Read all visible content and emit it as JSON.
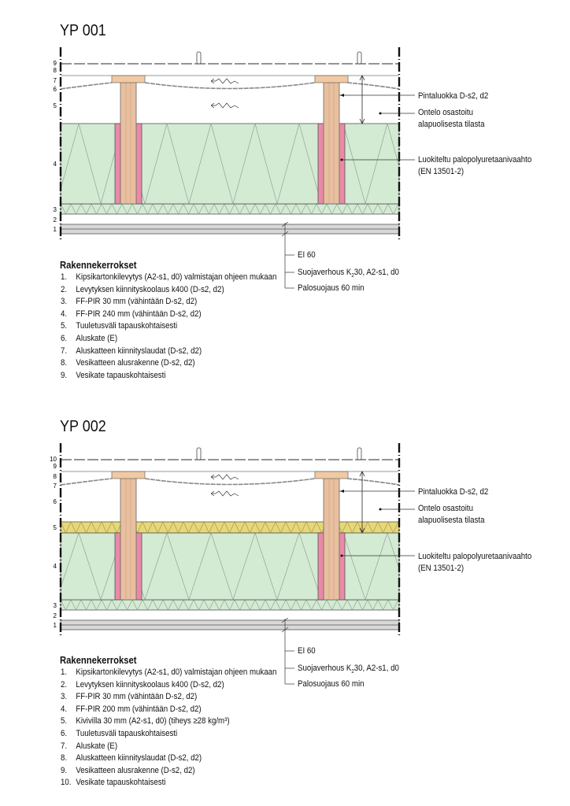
{
  "sections": [
    {
      "title": "YP 001",
      "layer_numbers": [
        "9",
        "8",
        "7",
        "6",
        "5",
        "4",
        "3",
        "2",
        "1"
      ],
      "callouts": {
        "surface": "Pintaluokka D-s2, d2",
        "cavity_1": "Ontelo osastoitu",
        "cavity_2": "alapuolisesta tilasta",
        "foam_1": "Luokiteltu palopolyuretaanivaahto",
        "foam_2": "(EN 13501-2)"
      },
      "fire": {
        "ei": "EI 60",
        "cover_pre": "Suojaverhous K",
        "cover_sub": "2",
        "cover_post": "30, A2-s1, d0",
        "protection": "Palosuojaus 60 min"
      },
      "legend_title": "Rakennekerrokset",
      "layers": [
        {
          "n": "1.",
          "text": "Kipsikartonkilevytys (A2-s1, d0) valmistajan ohjeen mukaan"
        },
        {
          "n": "2.",
          "text": "Levytyksen kiinnityskoolaus k400 (D-s2, d2)"
        },
        {
          "n": "3.",
          "text": "FF-PIR 30 mm (vähintään D-s2, d2)"
        },
        {
          "n": "4.",
          "text": "FF-PIR 240 mm (vähintään D-s2, d2)"
        },
        {
          "n": "5.",
          "text": "Tuuletusväli tapauskohtaisesti"
        },
        {
          "n": "6.",
          "text": "Aluskate (E)"
        },
        {
          "n": "7.",
          "text": "Aluskatteen kiinnityslaudat (D-s2, d2)"
        },
        {
          "n": "8.",
          "text": "Vesikatteen alusrakenne (D-s2, d2)"
        },
        {
          "n": "9.",
          "text": "Vesikate tapauskohtaisesti"
        }
      ]
    },
    {
      "title": "YP 002",
      "layer_numbers": [
        "10",
        "9",
        "8",
        "7",
        "6",
        "5",
        "4",
        "3",
        "2",
        "1"
      ],
      "callouts": {
        "surface": "Pintaluokka D-s2, d2",
        "cavity_1": "Ontelo osastoitu",
        "cavity_2": "alapuolisesta tilasta",
        "foam_1": "Luokiteltu palopolyuretaanivaahto",
        "foam_2": "(EN 13501-2)"
      },
      "fire": {
        "ei": "EI 60",
        "cover_pre": "Suojaverhous K",
        "cover_sub": "2",
        "cover_post": "30, A2-s1, d0",
        "protection": "Palosuojaus 60 min"
      },
      "legend_title": "Rakennekerrokset",
      "layers": [
        {
          "n": "1.",
          "text": "Kipsikartonkilevytys (A2-s1, d0) valmistajan ohjeen mukaan"
        },
        {
          "n": "2.",
          "text": "Levytyksen kiinnityskoolaus k400 (D-s2, d2)"
        },
        {
          "n": "3.",
          "text": "FF-PIR 30 mm (vähintään D-s2, d2)"
        },
        {
          "n": "4.",
          "text": "FF-PIR 200 mm (vähintään D-s2, d2)"
        },
        {
          "n": "5.",
          "text": "Kivivilla 30 mm (A2-s1, d0) (tiheys ≥28 kg/m³)"
        },
        {
          "n": "6.",
          "text": "Tuuletusväli tapauskohtaisesti"
        },
        {
          "n": "7.",
          "text": "Aluskate (E)"
        },
        {
          "n": "8.",
          "text": "Aluskatteen kiinnityslaudat (D-s2, d2)"
        },
        {
          "n": "9.",
          "text": "Vesikatteen alusrakenne (D-s2, d2)"
        },
        {
          "n": "10.",
          "text": "Vesikate tapauskohtaisesti"
        }
      ]
    }
  ],
  "colors": {
    "insulation": "#d3ead3",
    "pir_foam": "#e98aa8",
    "timber": "#e8c0a0",
    "mineral_wool": "#e6d87a",
    "board": "#d8d8d8"
  }
}
